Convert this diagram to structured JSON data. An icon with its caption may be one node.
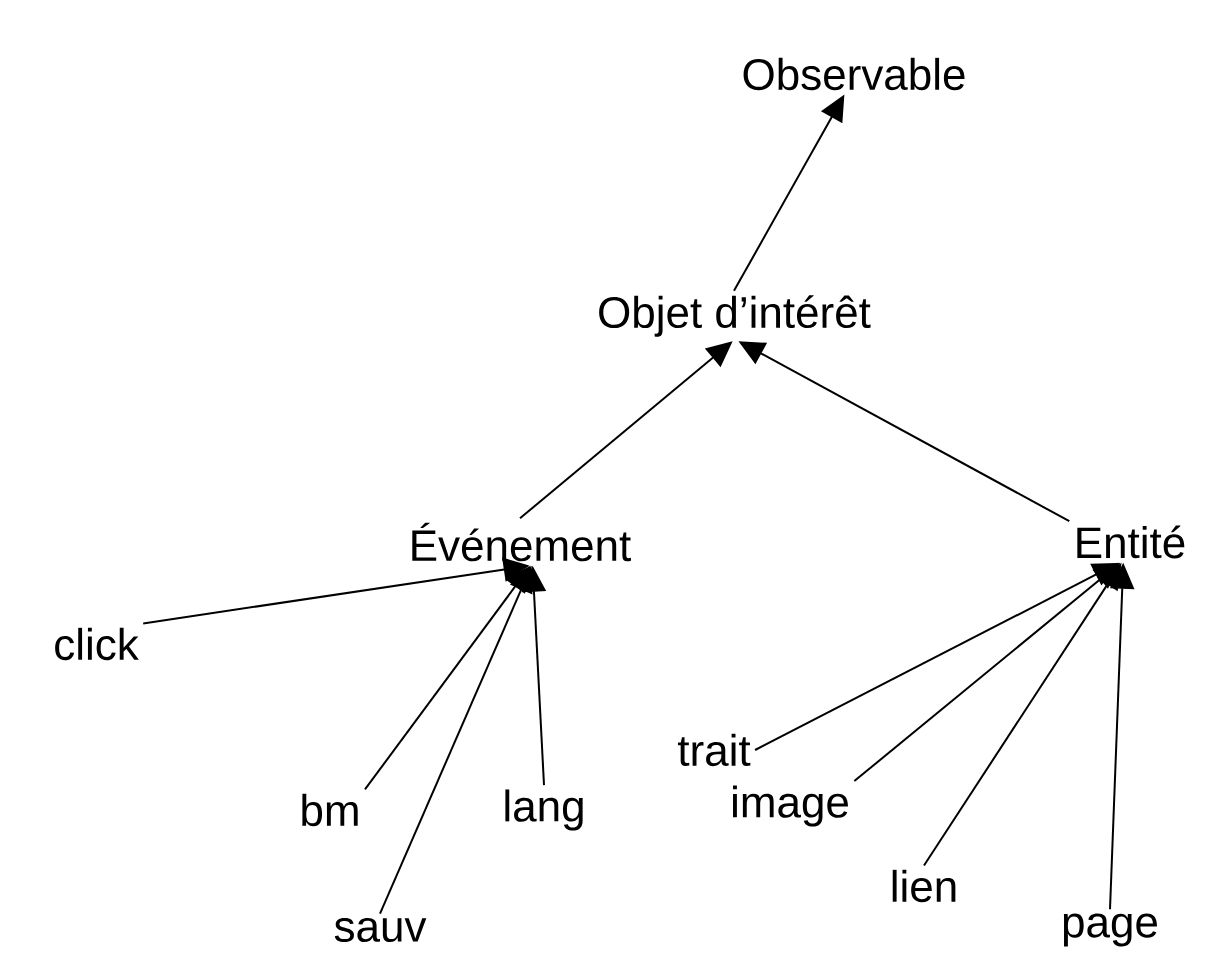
{
  "diagram": {
    "nodes": [
      {
        "text": [
          "Observable"
        ]
      },
      {
        "text": [
          "Objet d’intérêt"
        ]
      },
      {
        "text": [
          "Événement"
        ]
      },
      {
        "text": [
          "Entité"
        ]
      },
      {
        "text": [
          "click"
        ]
      },
      {
        "text": [
          "bm"
        ]
      },
      {
        "text": [
          "sauv"
        ]
      },
      {
        "text": [
          "lang"
        ]
      },
      {
        "text": [
          "trait"
        ]
      },
      {
        "text": [
          "image"
        ]
      },
      {
        "text": [
          "lien"
        ]
      },
      {
        "text": [
          "page"
        ]
      }
    ],
    "edges": [
      {
        "from": 1,
        "to": 0,
        "arrow": "to"
      },
      {
        "from": 2,
        "to": 1,
        "arrow": "to"
      },
      {
        "from": 3,
        "to": 1,
        "arrow": "to"
      },
      {
        "from": 4,
        "to": 2,
        "arrow": "to"
      },
      {
        "from": 5,
        "to": 2,
        "arrow": "to"
      },
      {
        "from": 6,
        "to": 2,
        "arrow": "to"
      },
      {
        "from": 7,
        "to": 2,
        "arrow": "to"
      },
      {
        "from": 8,
        "to": 3,
        "arrow": "to"
      },
      {
        "from": 9,
        "to": 3,
        "arrow": "to"
      },
      {
        "from": 10,
        "to": 3,
        "arrow": "to"
      },
      {
        "from": 11,
        "to": 3,
        "arrow": "to"
      }
    ]
  }
}
